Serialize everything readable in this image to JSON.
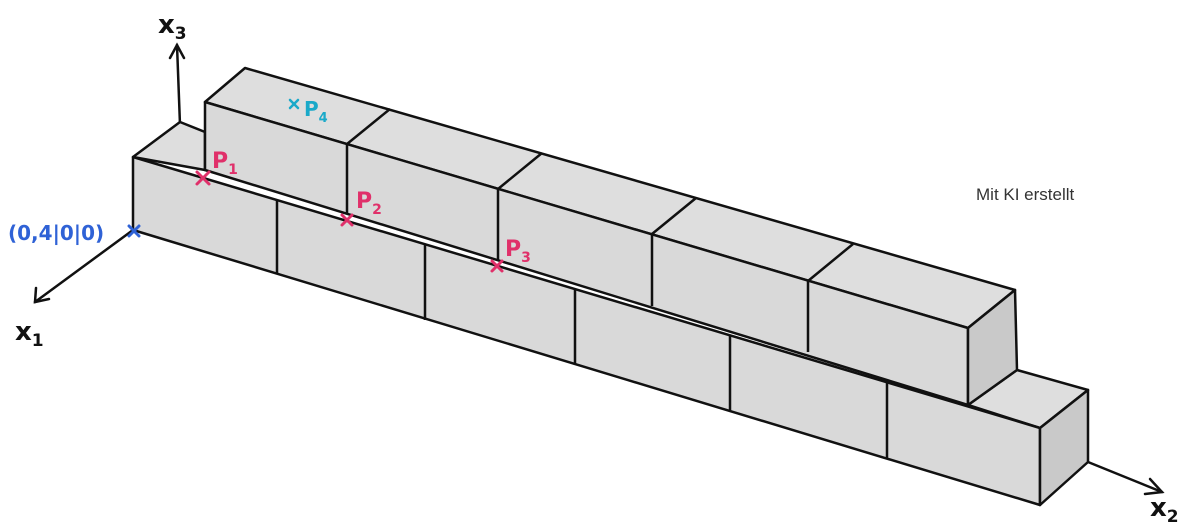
{
  "axes": {
    "x1_label": "x",
    "x1_sub": "1",
    "x2_label": "x",
    "x2_sub": "2",
    "x3_label": "x",
    "x3_sub": "3"
  },
  "points": {
    "origin_label": "(0,4|0|0)",
    "p1_label": "P",
    "p1_sub": "1",
    "p2_label": "P",
    "p2_sub": "2",
    "p3_label": "P",
    "p3_sub": "3",
    "p4_label": "P",
    "p4_sub": "4"
  },
  "note": "Mit KI erstellt",
  "colors": {
    "brick_face": "#d9d9d9",
    "brick_top": "#dedede",
    "outline": "#111111",
    "marker_pink": "#e0306a",
    "marker_blue": "#2f62d6",
    "marker_cyan": "#1aa9c9"
  }
}
